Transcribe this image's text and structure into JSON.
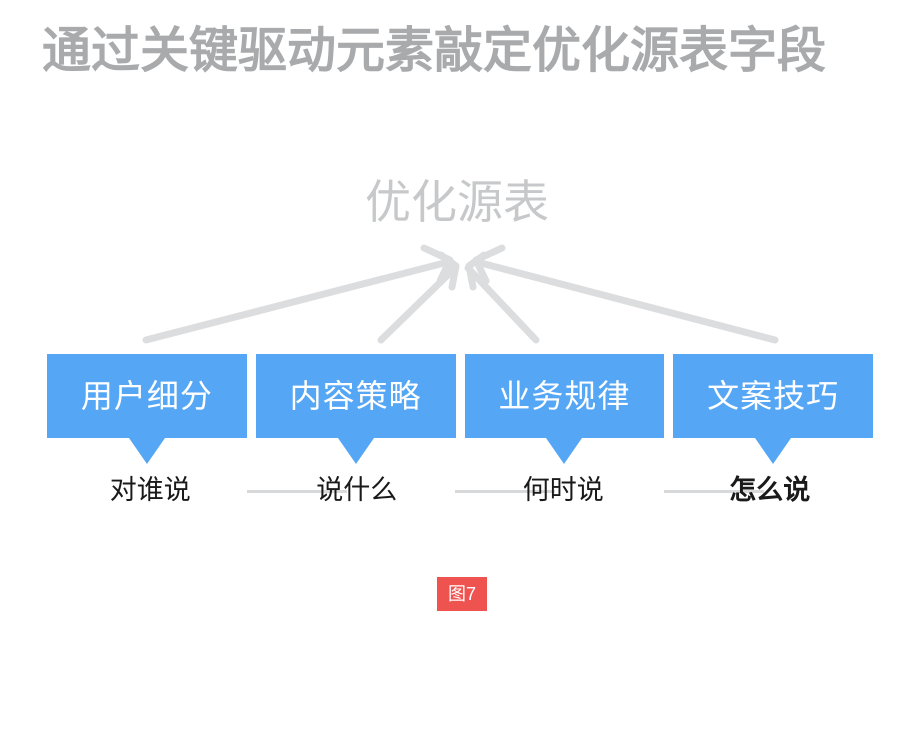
{
  "slide": {
    "title": "通过关键驱动元素敲定优化源表字段",
    "title_color": "#a9aaac",
    "background_color": "#ffffff",
    "center_heading": "优化源表",
    "center_heading_color": "#c7c8ca",
    "accent_blue": "#55a6f5",
    "connector_gray": "#d8d9db",
    "badge_red": "#ef5350"
  },
  "boxes": [
    {
      "label": "用户细分"
    },
    {
      "label": "内容策略"
    },
    {
      "label": "业务规律"
    },
    {
      "label": "文案技巧"
    }
  ],
  "captions": [
    {
      "text": "对谁说",
      "emphasis": "normal"
    },
    {
      "text": "说什么",
      "emphasis": "normal"
    },
    {
      "text": "何时说",
      "emphasis": "normal"
    },
    {
      "text": "怎么说",
      "emphasis": "strong"
    }
  ],
  "figure": {
    "badge_label": "图7"
  }
}
